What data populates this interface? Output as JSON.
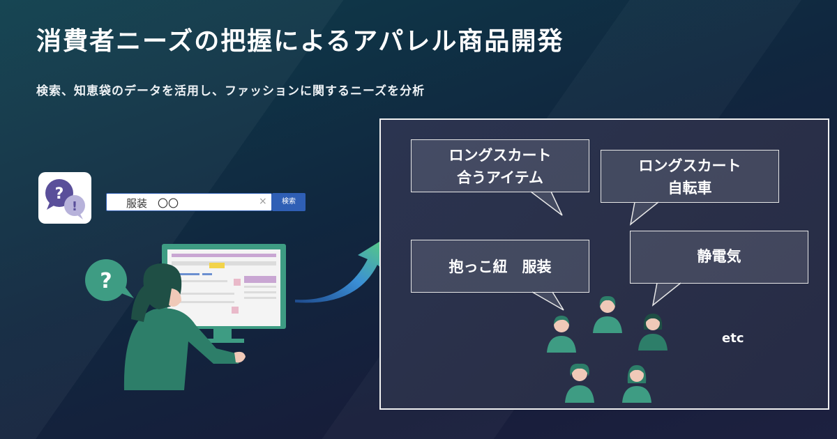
{
  "header": {
    "title": "消費者ニーズの把握によるアパレル商品開発",
    "subtitle": "検索、知恵袋のデータを活用し、ファッションに関するニーズを分析"
  },
  "search": {
    "query": "服装　〇〇",
    "clear": "×",
    "button_label": "検索"
  },
  "bubbles": [
    {
      "line1": "ロングスカート",
      "line2": "合うアイテム"
    },
    {
      "line1": "ロングスカート",
      "line2": "自転車"
    },
    {
      "line1": "抱っこ紐　服装",
      "line2": ""
    },
    {
      "line1": "静電気",
      "line2": ""
    }
  ],
  "etc_label": "etc",
  "colors": {
    "accent_green": "#3e9c83",
    "dark_green": "#2d7e69",
    "search_blue": "#2f5fb5",
    "icon_purple": "#5a4f9a"
  }
}
